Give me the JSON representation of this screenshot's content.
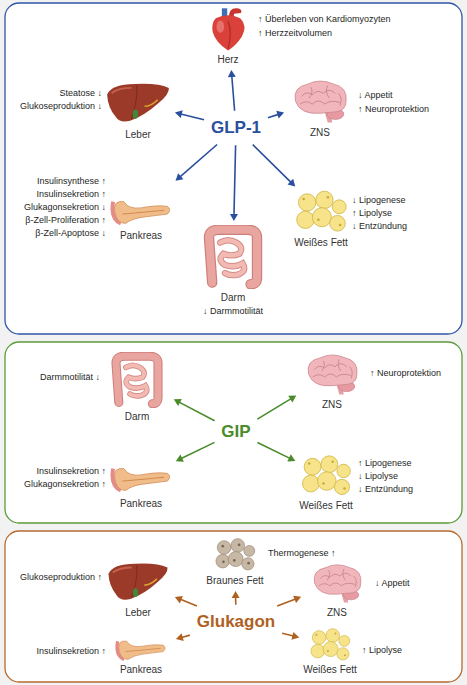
{
  "diagram": {
    "nodes": [
      {
        "text": [
          "Herz",
          "↑ Überleben von Kardiomyozyten",
          "↑ Herzzeitvolumen"
        ]
      },
      {
        "text": [
          "Leber",
          "Steatose ↓",
          "Glukoseproduktion ↓"
        ]
      },
      {
        "text": [
          "ZNS",
          "↓ Appetit",
          "↑ Neuroprotektion"
        ]
      },
      {
        "text": [
          "GLP-1"
        ]
      },
      {
        "text": [
          "Pankreas",
          "Insulinsynthese ↑",
          "Insulinsekretion ↑",
          "Glukagonsekretion ↓",
          "β-Zell-Proliferation ↑",
          "β-Zell-Apoptose ↓"
        ]
      },
      {
        "text": [
          "Weißes Fett",
          "↓ Lipogenese",
          "↑ Lipolyse",
          "↓ Entzündung"
        ]
      },
      {
        "text": [
          "Darm",
          "↓ Darmmotilität"
        ]
      },
      {
        "text": [
          "Darm",
          "Darmmotilität ↓"
        ]
      },
      {
        "text": [
          "ZNS",
          "↑ Neuroprotektion"
        ]
      },
      {
        "text": [
          "GIP"
        ]
      },
      {
        "text": [
          "Pankreas",
          "Insulinsekretion ↑",
          "Glukagonsekretion ↑"
        ]
      },
      {
        "text": [
          "Weißes Fett",
          "↑ Lipogenese",
          "↓ Lipolyse",
          "↓ Entzündung"
        ]
      },
      {
        "text": [
          "Braunes Fett",
          "Thermogenese ↑"
        ]
      },
      {
        "text": [
          "Leber",
          "Glukoseproduktion ↑"
        ]
      },
      {
        "text": [
          "ZNS",
          "↓ Appetit"
        ]
      },
      {
        "text": [
          "Glukagon"
        ]
      },
      {
        "text": [
          "Pankreas",
          "Insulinsekretion ↑"
        ]
      },
      {
        "text": [
          "Weißes Fett",
          "↑ Lipolyse"
        ]
      }
    ],
    "edges": [
      {
        "from": 3,
        "to": 0,
        "arrow": "to"
      },
      {
        "from": 3,
        "to": 1,
        "arrow": "to"
      },
      {
        "from": 3,
        "to": 2,
        "arrow": "to"
      },
      {
        "from": 3,
        "to": 4,
        "arrow": "to"
      },
      {
        "from": 3,
        "to": 5,
        "arrow": "to"
      },
      {
        "from": 3,
        "to": 6,
        "arrow": "to"
      },
      {
        "from": 9,
        "to": 7,
        "arrow": "to"
      },
      {
        "from": 9,
        "to": 8,
        "arrow": "to"
      },
      {
        "from": 9,
        "to": 10,
        "arrow": "to"
      },
      {
        "from": 9,
        "to": 11,
        "arrow": "to"
      },
      {
        "from": 15,
        "to": 12,
        "arrow": "to"
      },
      {
        "from": 15,
        "to": 13,
        "arrow": "to"
      },
      {
        "from": 15,
        "to": 14,
        "arrow": "to"
      },
      {
        "from": 15,
        "to": 16,
        "arrow": "to"
      },
      {
        "from": 15,
        "to": 17,
        "arrow": "to"
      }
    ]
  }
}
